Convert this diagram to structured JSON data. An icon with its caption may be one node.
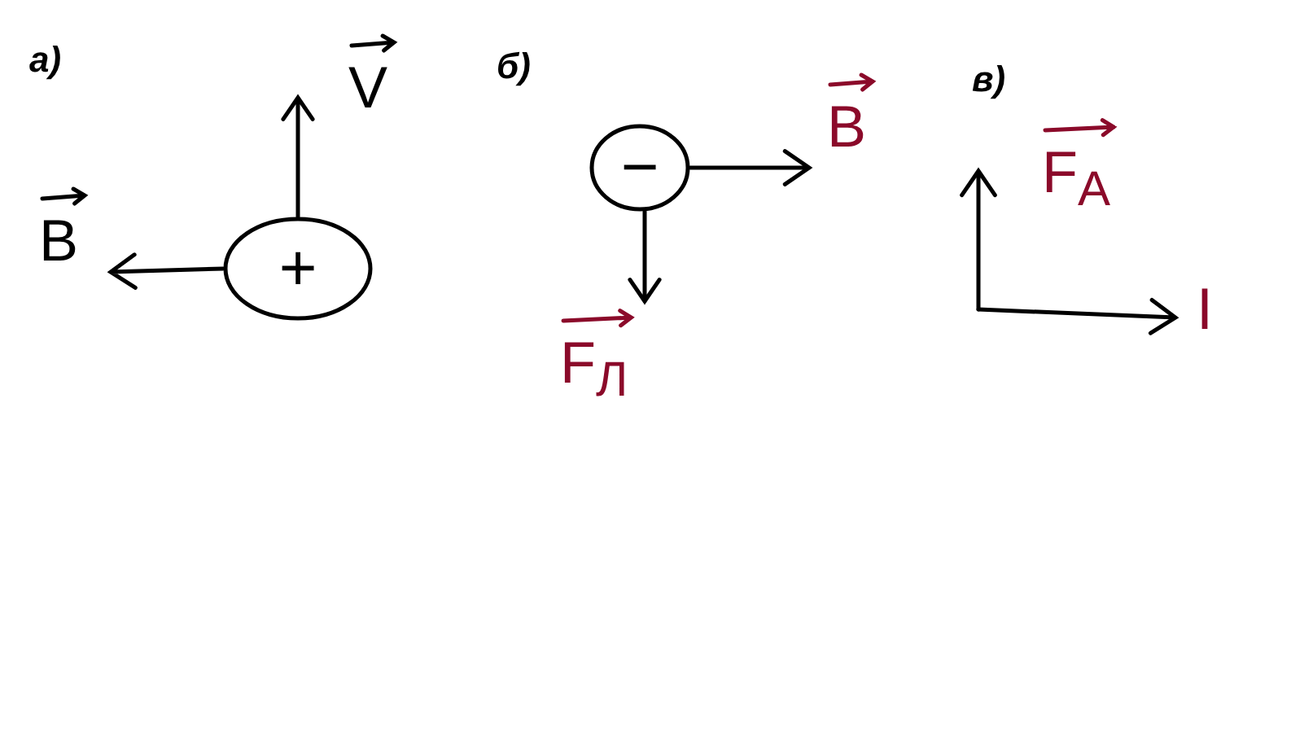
{
  "diagram": {
    "nodes": [
      {
        "text": [
          "+"
        ]
      },
      {
        "text": [
          "−"
        ]
      }
    ],
    "labels": [
      "а)",
      "B",
      "V",
      "б)",
      "B",
      "F$_{Л}$",
      "в)",
      "F$_{A}$",
      "I"
    ]
  }
}
